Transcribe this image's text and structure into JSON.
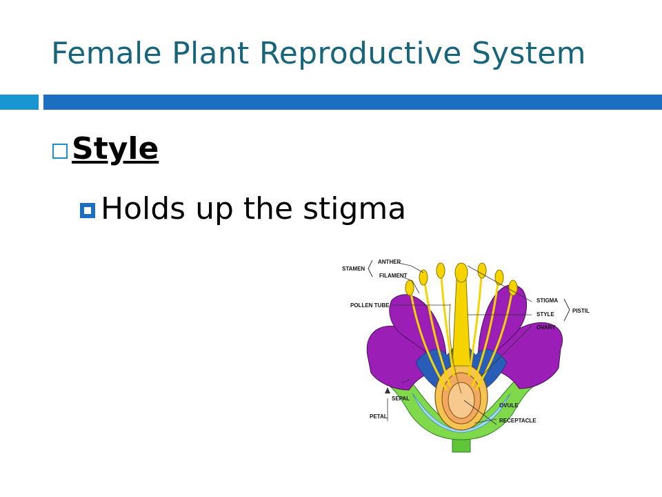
{
  "slide": {
    "title": "Female Plant Reproductive System",
    "bullet_main": "Style",
    "bullet_sub": "Holds up the stigma"
  },
  "diagram": {
    "labels": {
      "stamen": "STAMEN",
      "anther": "ANTHER",
      "filament": "FILAMENT",
      "pollen_tube": "POLLEN TUBE",
      "stigma": "STIGMA",
      "style": "STYLE",
      "pistil": "PISTIL",
      "ovary": "OVARY",
      "sepal": "SEPAL",
      "petal": "PETAL",
      "ovule": "OVULE",
      "receptacle": "RECEPTACLE"
    }
  },
  "colors": {
    "title": "#17657a",
    "rule_light": "#1996d1",
    "rule_dark": "#1c6fc0",
    "petal": "#9b1fb6",
    "sepal": "#7fd94a",
    "style": "#f5d400"
  }
}
